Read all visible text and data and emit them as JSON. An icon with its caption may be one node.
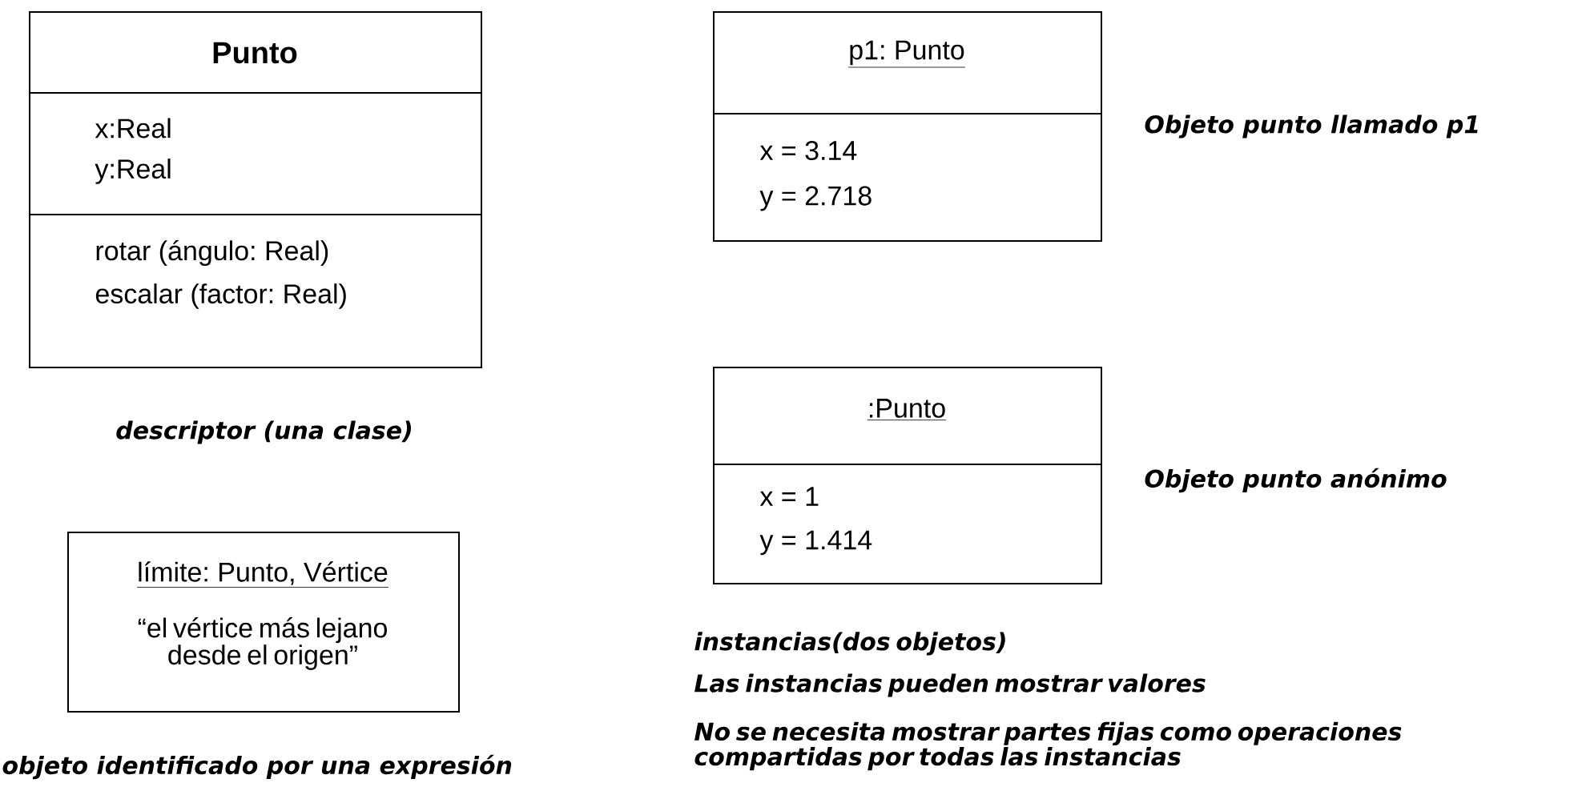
{
  "diagram": {
    "nodes": [
      {
        "text": [
          "Punto",
          "x:Real",
          "y:Real",
          "rotar (ángulo: Real)",
          "escalar (factor: Real)"
        ],
        "beside": [
          "descriptor (una clase)"
        ]
      },
      {
        "text": [
          "límite: Punto, Vértice",
          "“el vértice más lejano desde el origen”"
        ],
        "beside": [
          "objeto identificado por una expresión"
        ]
      },
      {
        "text": [
          "p1: Punto",
          "x = 3.14",
          "y = 2.718"
        ],
        "beside": [
          "Objeto punto llamado p1"
        ]
      },
      {
        "text": [
          ":Punto",
          "x = 1",
          "y = 1.414"
        ],
        "beside": [
          "Objeto punto anónimo"
        ]
      }
    ],
    "labels": [
      "instancias(dos objetos)",
      "Las instancias pueden mostrar valores",
      "No se necesita mostrar partes fijas como operaciones compartidas por todas las instancias"
    ]
  }
}
